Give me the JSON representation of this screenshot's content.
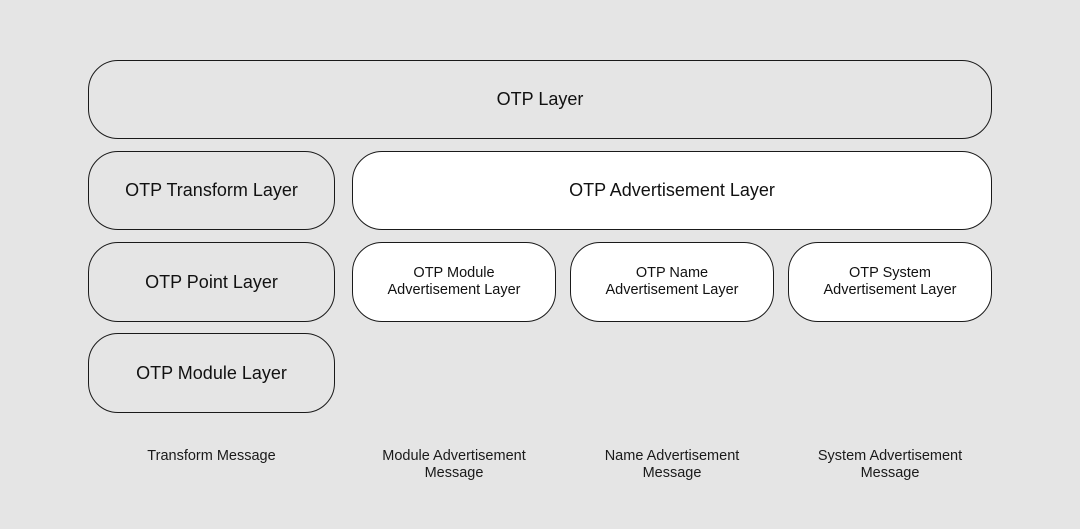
{
  "layers": {
    "otp": "OTP Layer",
    "transform": "OTP Transform Layer",
    "advertisement": "OTP Advertisement Layer",
    "point": "OTP Point Layer",
    "module": "OTP Module Layer",
    "module_adv": [
      "OTP Module",
      "Advertisement Layer"
    ],
    "name_adv": [
      "OTP Name",
      "Advertisement Layer"
    ],
    "system_adv": [
      "OTP System",
      "Advertisement Layer"
    ]
  },
  "captions": {
    "transform": [
      "Transform Message"
    ],
    "module_adv": [
      "Module Advertisement",
      "Message"
    ],
    "name_adv": [
      "Name Advertisement",
      "Message"
    ],
    "system_adv": [
      "System Advertisement",
      "Message"
    ]
  }
}
